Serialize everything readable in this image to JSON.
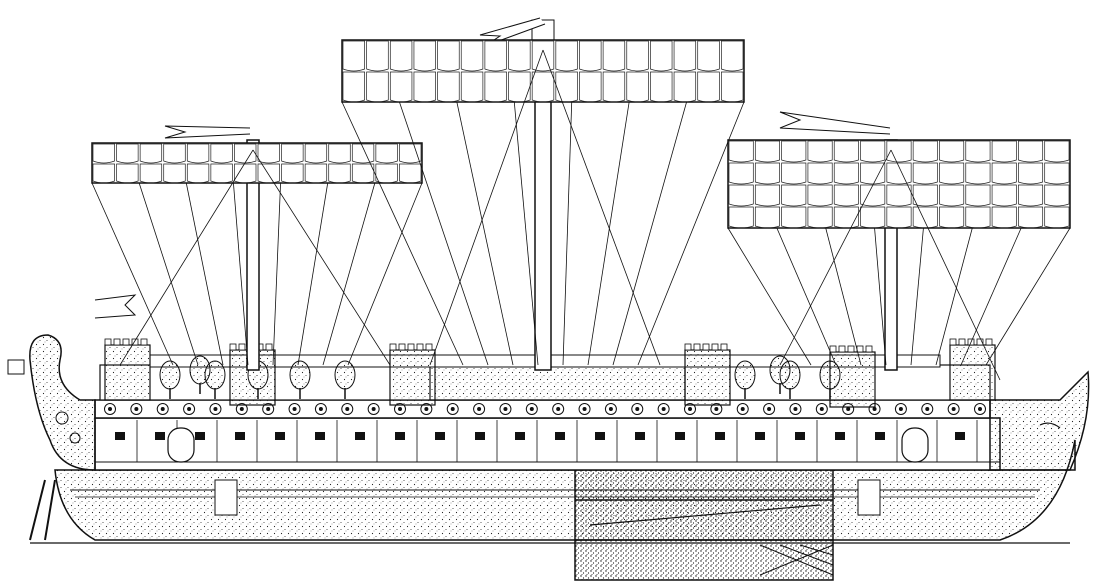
{
  "image": {
    "subject": "line-drawing-ancient-warship",
    "ink_color": "#111111",
    "paper_color": "#ffffff",
    "sails": [
      {
        "name": "fore-sail",
        "rows": 2,
        "cols": 14
      },
      {
        "name": "main-sail",
        "rows": 2,
        "cols": 17
      },
      {
        "name": "mizzen-sail",
        "rows": 4,
        "cols": 13
      }
    ],
    "tower_count": 6,
    "tree_count": 10,
    "porthole_count": 34
  }
}
